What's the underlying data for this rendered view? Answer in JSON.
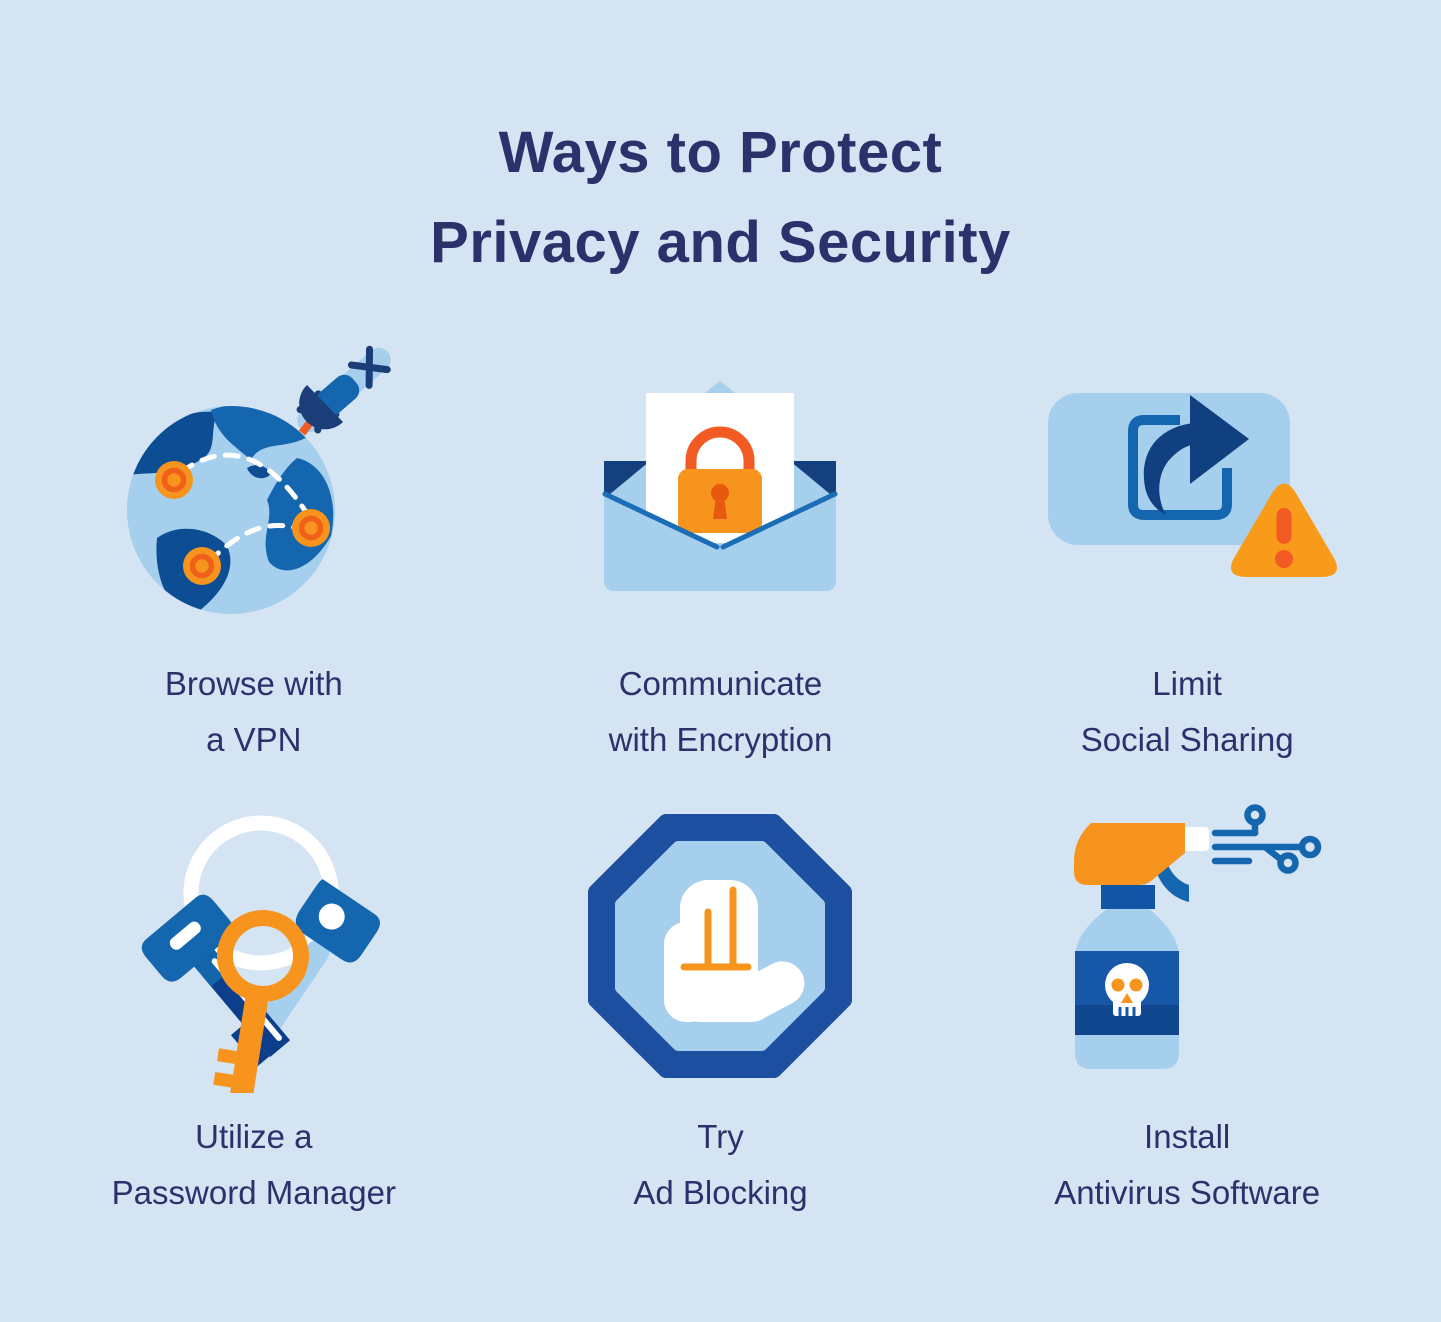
{
  "title": {
    "line1": "Ways to Protect",
    "line2": "Privacy and Security"
  },
  "items": [
    {
      "icon": "vpn-globe-satellite-icon",
      "label_line1": "Browse with",
      "label_line2": "a VPN"
    },
    {
      "icon": "envelope-padlock-icon",
      "label_line1": "Communicate",
      "label_line2": "with Encryption"
    },
    {
      "icon": "share-warning-icon",
      "label_line1": "Limit",
      "label_line2": "Social Sharing"
    },
    {
      "icon": "keyring-keys-icon",
      "label_line1": "Utilize a",
      "label_line2": "Password Manager"
    },
    {
      "icon": "stop-hand-octagon-icon",
      "label_line1": "Try",
      "label_line2": "Ad Blocking"
    },
    {
      "icon": "antivirus-spray-icon",
      "label_line1": "Install",
      "label_line2": "Antivirus Software"
    }
  ],
  "colors": {
    "background": "#d5e4f3",
    "heading_navy": "#2b316b",
    "light_blue": "#a6cfee",
    "mid_blue": "#1467ae",
    "deep_blue": "#0d3e8c",
    "dark_navy": "#1c3e78",
    "inner_navy": "#14417e",
    "orange": "#f7941d",
    "dark_orange": "#f15a22",
    "white": "#ffffff"
  }
}
